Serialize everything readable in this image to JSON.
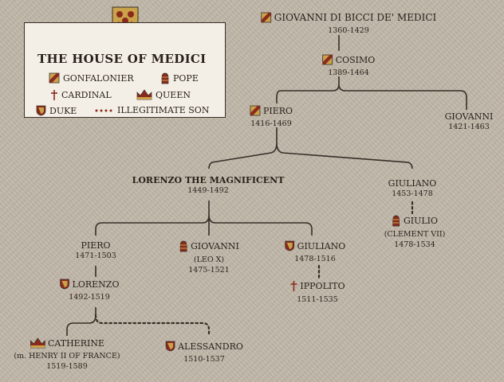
{
  "title": "THE HOUSE OF MEDICI",
  "legend": {
    "gonfalonier": "GONFALONIER",
    "pope": "POPE",
    "cardinal": "CARDINAL",
    "queen": "QUEEN",
    "duke": "DUKE",
    "illegitimate": "ILLEGITIMATE SON"
  },
  "people": {
    "giovanni_bicci": {
      "name": "GIOVANNI DI BICCI DE' MEDICI",
      "dates": "1360-1429"
    },
    "cosimo": {
      "name": "COSIMO",
      "dates": "1389-1464"
    },
    "piero1": {
      "name": "PIERO",
      "dates": "1416-1469"
    },
    "giovanni2": {
      "name": "GIOVANNI",
      "dates": "1421-1463"
    },
    "lorenzo_mag": {
      "name": "LORENZO THE MAGNIFICENT",
      "dates": "1449-1492"
    },
    "giuliano1": {
      "name": "GIULIANO",
      "dates": "1453-1478"
    },
    "giulio": {
      "name": "GIULIO",
      "sub": "(CLEMENT VII)",
      "dates": "1478-1534"
    },
    "piero2": {
      "name": "PIERO",
      "dates": "1471-1503"
    },
    "giovanni_leo": {
      "name": "GIOVANNI",
      "sub": "(LEO X)",
      "dates": "1475-1521"
    },
    "giuliano2": {
      "name": "GIULIANO",
      "dates": "1478-1516"
    },
    "ippolito": {
      "name": "IPPOLITO",
      "dates": "1511-1535"
    },
    "lorenzo2": {
      "name": "LORENZO",
      "dates": "1492-1519"
    },
    "catherine": {
      "name": "CATHERINE",
      "sub": "(m. HENRY II OF FRANCE)",
      "dates": "1519-1589"
    },
    "alessandro": {
      "name": "ALESSANDRO",
      "dates": "1510-1537"
    }
  },
  "colors": {
    "shield_red": "#8b2a1c",
    "gold": "#c9a24a",
    "line": "#3a2e28"
  }
}
